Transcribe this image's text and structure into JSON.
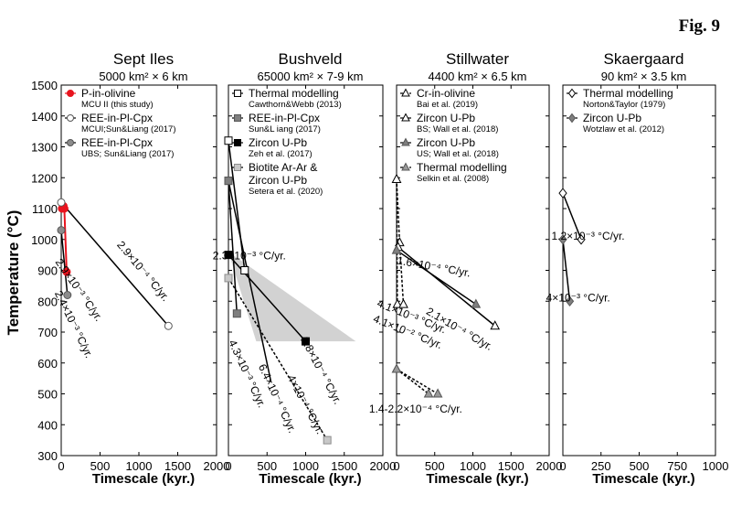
{
  "figure_label": "Fig. 9",
  "y_axis_label": "Temperature (°C)",
  "chart_data": [
    {
      "type": "line",
      "title": "Sept Iles",
      "subtitle": "5000 km² × 6 km",
      "xlabel": "Timescale (kyr.)",
      "ylabel": "Temperature (°C)",
      "xlim": [
        0,
        2000
      ],
      "ylim": [
        300,
        1500
      ],
      "xticks": [
        0,
        500,
        1000,
        1500,
        2000
      ],
      "yticks": [
        300,
        400,
        500,
        600,
        700,
        800,
        900,
        1000,
        1100,
        1200,
        1300,
        1400,
        1500
      ],
      "legend_position": "top-left",
      "legend": [
        {
          "label": "P-in-olivine",
          "sub": "MCU II (this study)",
          "marker": "circle",
          "fill": "#e8141e",
          "stroke": "#e8141e",
          "line": "#e8141e",
          "dash": false
        },
        {
          "label": "REE-in-Pl-Cpx",
          "sub": "MCUI;Sun&Liang (2017)",
          "marker": "circle",
          "fill": "#ffffff",
          "stroke": "#555555",
          "line": "#000000",
          "dash": false
        },
        {
          "label": "REE-in-Pl-Cpx",
          "sub": "UBS; Sun&Liang (2017)",
          "marker": "circle",
          "fill": "#8c8c8c",
          "stroke": "#555555",
          "line": "#000000",
          "dash": false
        }
      ],
      "series": [
        {
          "name": "P-in-olivine",
          "marker": "circle",
          "fill": "#e8141e",
          "stroke": "#e8141e",
          "line": "#e8141e",
          "dash": false,
          "points": [
            [
              10,
              1100
            ],
            [
              30,
              1108
            ],
            [
              40,
              1100
            ],
            [
              70,
              895
            ]
          ]
        },
        {
          "name": "REE-in-Pl-Cpx",
          "marker": "circle",
          "fill": "#ffffff",
          "stroke": "#555555",
          "line": "#000000",
          "dash": false,
          "points": [
            [
              0,
              1120
            ],
            [
              1380,
              720
            ]
          ]
        },
        {
          "name": "REE-in-Pl-Cpx",
          "marker": "circle",
          "fill": "#8c8c8c",
          "stroke": "#555555",
          "line": "#000000",
          "dash": false,
          "points": [
            [
              0,
              1030
            ],
            [
              80,
              820
            ]
          ]
        }
      ],
      "annotations": [
        {
          "text": "2.9×10⁻⁴ °C/yr.",
          "x": 1020,
          "y": 890,
          "angle": 50
        },
        {
          "text": "2.9×10⁻³ °C/yr.",
          "x": 190,
          "y": 830,
          "angle": 55
        },
        {
          "text": "2.4×10⁻³ °C/yr.",
          "x": 120,
          "y": 720,
          "angle": 64
        }
      ]
    },
    {
      "type": "line",
      "title": "Bushveld",
      "subtitle": "65000 km² × 7-9 km",
      "xlabel": "Timescale (kyr.)",
      "xlim": [
        0,
        2000
      ],
      "ylim": [
        300,
        1500
      ],
      "xticks": [
        0,
        500,
        1000,
        1500,
        2000
      ],
      "yticks": [
        300,
        400,
        500,
        600,
        700,
        800,
        900,
        1000,
        1100,
        1200,
        1300,
        1400,
        1500
      ],
      "legend_position": "top-right",
      "legend": [
        {
          "label": "Thermal modelling",
          "sub": "Cawthorn&Webb (2013)",
          "marker": "square",
          "fill": "#ffffff",
          "stroke": "#000000",
          "line": "#000000",
          "dash": false
        },
        {
          "label": "REE-in-Pl-Cpx",
          "sub": "Sun&L iang (2017)",
          "marker": "square",
          "fill": "#7f7f7f",
          "stroke": "#555555",
          "line": "#000000",
          "dash": false
        },
        {
          "label": "Zircon U-Pb",
          "sub": "Zeh et al. (2017)",
          "marker": "square",
          "fill": "#000000",
          "stroke": "#000000",
          "line": "#000000",
          "dash": false
        },
        {
          "label": "Biotite Ar-Ar &",
          "label2": "Zircon U-Pb",
          "sub": "Setera et al. (2020)",
          "marker": "square",
          "fill": "#c8c8c8",
          "stroke": "#8c8c8c",
          "line": "#000000",
          "dash": true
        }
      ],
      "shaded_region": {
        "color": "#d2d2d2",
        "points": [
          [
            0,
            960
          ],
          [
            1650,
            670
          ],
          [
            360,
            670
          ]
        ]
      },
      "series": [
        {
          "name": "Thermal modelling",
          "marker": "square",
          "fill": "#ffffff",
          "stroke": "#000000",
          "line": "#000000",
          "dash": false,
          "points": [
            [
              0,
              1320
            ],
            [
              210,
              900
            ]
          ]
        },
        {
          "name": "REE-in-Pl-Cpx",
          "marker": "square",
          "fill": "#7f7f7f",
          "stroke": "#555555",
          "line": "#000000",
          "dash": false,
          "points": [
            [
              0,
              1190
            ],
            [
              110,
              760
            ]
          ]
        },
        {
          "name": "REE-in-Pl-Cpx",
          "marker": "square",
          "fill": "#7f7f7f",
          "stroke": "#555555",
          "line": "#000000",
          "dash": false,
          "points": [
            [
              0,
              1190
            ],
            [
              550,
              540
            ]
          ],
          "hide_end": true
        },
        {
          "name": "Zircon U-Pb",
          "marker": "square",
          "fill": "#000000",
          "stroke": "#000000",
          "line": "#000000",
          "dash": false,
          "points": [
            [
              0,
              950
            ],
            [
              1000,
              670
            ]
          ]
        },
        {
          "name": "Biotite Ar-Ar & Zircon U-Pb",
          "marker": "square",
          "fill": "#c8c8c8",
          "stroke": "#8c8c8c",
          "line": "#000000",
          "dash": true,
          "points": [
            [
              0,
              875
            ],
            [
              1280,
              350
            ]
          ]
        }
      ],
      "annotations": [
        {
          "text": "2.3×10⁻³ °C/yr.",
          "x": 270,
          "y": 935,
          "angle": 0
        },
        {
          "text": "2.8×10⁻⁴ °C/yr.",
          "x": 1160,
          "y": 570,
          "angle": 62
        },
        {
          "text": "4×10⁻⁴ °C/yr.",
          "x": 960,
          "y": 460,
          "angle": 62
        },
        {
          "text": "6.4×10⁻⁴ °C/yr.",
          "x": 590,
          "y": 480,
          "angle": 65
        },
        {
          "text": "4.3×10⁻³ °C/yr.",
          "x": 200,
          "y": 560,
          "angle": 65
        }
      ]
    },
    {
      "type": "line",
      "title": "Stillwater",
      "subtitle": "4400 km² × 6.5 km",
      "xlabel": "Timescale (kyr.)",
      "xlim": [
        0,
        2000
      ],
      "ylim": [
        300,
        1500
      ],
      "xticks": [
        0,
        500,
        1000,
        1500,
        2000
      ],
      "yticks": [
        300,
        400,
        500,
        600,
        700,
        800,
        900,
        1000,
        1100,
        1200,
        1300,
        1400,
        1500
      ],
      "legend_position": "top-right",
      "legend": [
        {
          "label": "Cr-in-olivine",
          "sub": "Bai et al. (2019)",
          "marker": "triangle",
          "fill": "#ffffff",
          "stroke": "#000000",
          "line": "#000000",
          "dash": true
        },
        {
          "label": "Zircon U-Pb",
          "sub": "BS; Wall et al. (2018)",
          "marker": "triangle",
          "fill": "#ffffff",
          "stroke": "#000000",
          "line": "#000000",
          "dash": false
        },
        {
          "label": "Zircon U-Pb",
          "sub": "US; Wall et al. (2018)",
          "marker": "triangle",
          "fill": "#7f7f7f",
          "stroke": "#555555",
          "line": "#000000",
          "dash": false
        },
        {
          "label": "Thermal modelling",
          "sub": "Selkin et al. (2008)",
          "marker": "triangle",
          "fill": "#9a9a9a",
          "stroke": "#555555",
          "line": "#000000",
          "dash": true
        }
      ],
      "series": [
        {
          "name": "Cr-in-olivine",
          "marker": "triangle",
          "fill": "#ffffff",
          "stroke": "#000000",
          "line": "#000000",
          "dash": true,
          "points": [
            [
              0,
              1195
            ],
            [
              10,
              790
            ]
          ]
        },
        {
          "name": "Cr-in-olivine",
          "marker": "triangle",
          "fill": "#ffffff",
          "stroke": "#000000",
          "line": "#000000",
          "dash": true,
          "points": [
            [
              0,
              1195
            ],
            [
              40,
              990
            ],
            [
              90,
              790
            ]
          ]
        },
        {
          "name": "Zircon U-Pb",
          "marker": "triangle",
          "fill": "#ffffff",
          "stroke": "#000000",
          "line": "#000000",
          "dash": false,
          "points": [
            [
              20,
              975
            ],
            [
              1290,
              720
            ]
          ]
        },
        {
          "name": "Zircon U-Pb",
          "marker": "triangle",
          "fill": "#7f7f7f",
          "stroke": "#555555",
          "line": "#000000",
          "dash": false,
          "points": [
            [
              0,
              965
            ],
            [
              1040,
              790
            ]
          ]
        },
        {
          "name": "Thermal modelling",
          "marker": "triangle",
          "fill": "#9a9a9a",
          "stroke": "#555555",
          "line": "#000000",
          "dash": true,
          "points": [
            [
              0,
              580
            ],
            [
              420,
              500
            ]
          ]
        },
        {
          "name": "Thermal modelling",
          "marker": "triangle",
          "fill": "#9a9a9a",
          "stroke": "#555555",
          "line": "#000000",
          "dash": true,
          "points": [
            [
              0,
              580
            ],
            [
              540,
              500
            ]
          ]
        }
      ],
      "annotations": [
        {
          "text": "1.6×10⁻⁴ °C/yr.",
          "x": 480,
          "y": 900,
          "angle": 10
        },
        {
          "text": "2.1×10⁻⁴ °C/yr.",
          "x": 800,
          "y": 700,
          "angle": 30
        },
        {
          "text": "4.1×10⁻³ °C/yr.",
          "x": 180,
          "y": 740,
          "angle": 22
        },
        {
          "text": "4.1×10⁻² °C/yr.",
          "x": 130,
          "y": 690,
          "angle": 22
        },
        {
          "text": "1.4-2.2×10⁻⁴ °C/yr.",
          "x": 250,
          "y": 440,
          "angle": 0
        }
      ]
    },
    {
      "type": "line",
      "title": "Skaergaard",
      "subtitle": "90 km² × 3.5 km",
      "xlabel": "Timescale (kyr.)",
      "xlim": [
        0,
        1000
      ],
      "ylim": [
        300,
        1500
      ],
      "xticks": [
        0,
        250,
        500,
        750,
        1000
      ],
      "yticks": [
        300,
        400,
        500,
        600,
        700,
        800,
        900,
        1000,
        1100,
        1200,
        1300,
        1400,
        1500
      ],
      "legend_position": "top-right",
      "legend": [
        {
          "label": "Thermal modelling",
          "sub": "Norton&Taylor (1979)",
          "marker": "diamond",
          "fill": "#ffffff",
          "stroke": "#000000",
          "line": "#000000",
          "dash": false
        },
        {
          "label": "Zircon U-Pb",
          "sub": "Wotzlaw et al. (2012)",
          "marker": "diamond",
          "fill": "#7f7f7f",
          "stroke": "#555555",
          "line": "#000000",
          "dash": false
        }
      ],
      "series": [
        {
          "name": "Thermal modelling",
          "marker": "diamond",
          "fill": "#ffffff",
          "stroke": "#000000",
          "line": "#000000",
          "dash": false,
          "points": [
            [
              0,
              1150
            ],
            [
              120,
              1000
            ]
          ]
        },
        {
          "name": "Zircon U-Pb",
          "marker": "diamond",
          "fill": "#7f7f7f",
          "stroke": "#555555",
          "line": "#000000",
          "dash": false,
          "points": [
            [
              0,
              1000
            ],
            [
              45,
              800
            ]
          ]
        }
      ],
      "annotations": [
        {
          "text": "1.2×10⁻³ °C/yr.",
          "x": 165,
          "y": 1000,
          "angle": 0
        },
        {
          "text": "4×10⁻³ °C/yr.",
          "x": 100,
          "y": 800,
          "angle": 0
        }
      ]
    }
  ]
}
